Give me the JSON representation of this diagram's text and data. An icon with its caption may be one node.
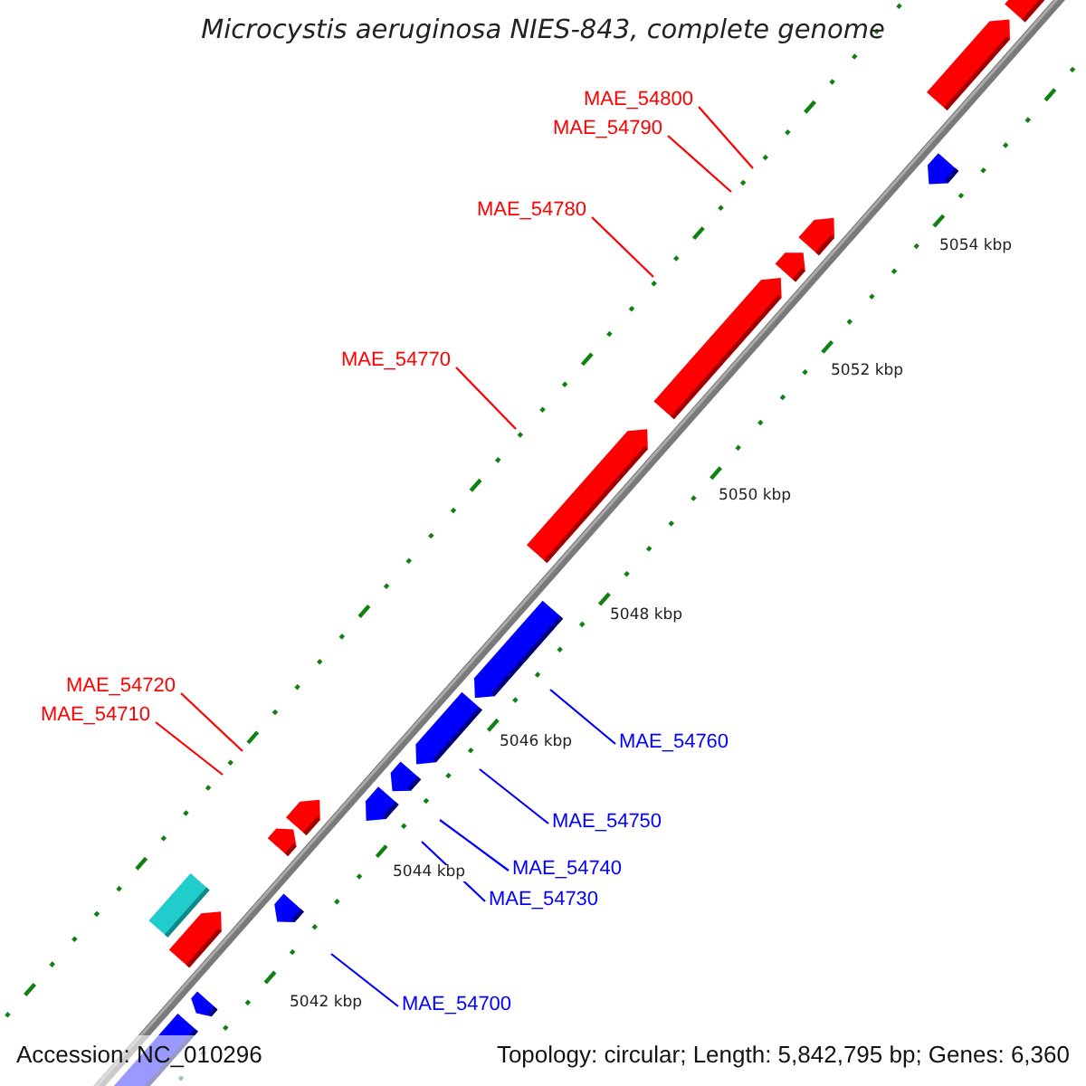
{
  "diagram": {
    "title": "Microcystis aeruginosa NIES-843, complete genome",
    "nodes": [
      {
        "text": [
          "MAE_54800"
        ]
      },
      {
        "text": [
          "MAE_54790"
        ]
      },
      {
        "text": [
          "MAE_54780"
        ]
      },
      {
        "text": [
          "MAE_54770"
        ]
      },
      {
        "text": [
          "MAE_54720"
        ]
      },
      {
        "text": [
          "MAE_54760"
        ]
      },
      {
        "text": [
          "MAE_54710"
        ]
      },
      {
        "text": [
          "MAE_54750"
        ]
      },
      {
        "text": [
          "MAE_54740"
        ]
      },
      {
        "text": [
          "MAE_54730"
        ]
      },
      {
        "text": [
          "MAE_54700"
        ]
      }
    ],
    "edges": [
      {
        "from": 0,
        "to": null,
        "arrow": "none"
      },
      {
        "from": 1,
        "to": null,
        "arrow": "none"
      },
      {
        "from": 2,
        "to": null,
        "arrow": "none"
      },
      {
        "from": 3,
        "to": null,
        "arrow": "none"
      },
      {
        "from": 4,
        "to": null,
        "arrow": "none"
      },
      {
        "from": 5,
        "to": null,
        "arrow": "none",
        "color": "#0000ff"
      },
      {
        "from": 6,
        "to": null,
        "arrow": "none"
      },
      {
        "from": 7,
        "to": null,
        "arrow": "none",
        "color": "#0000ff"
      },
      {
        "from": 8,
        "to": null,
        "arrow": "none",
        "color": "#0000ff"
      },
      {
        "from": 9,
        "to": null,
        "arrow": "none",
        "color": "#0000ff"
      },
      {
        "from": 10,
        "to": null,
        "arrow": "none",
        "color": "#0000ff"
      }
    ],
    "labels": [
      "5054 kbp",
      "5052 kbp",
      "5050 kbp",
      "5048 kbp",
      "5046 kbp",
      "5044 kbp",
      "5042 kbp",
      "Accession: NC_010296",
      "Topology: circular; Length: 5,842,795 bp; Genes: 6,360"
    ]
  }
}
